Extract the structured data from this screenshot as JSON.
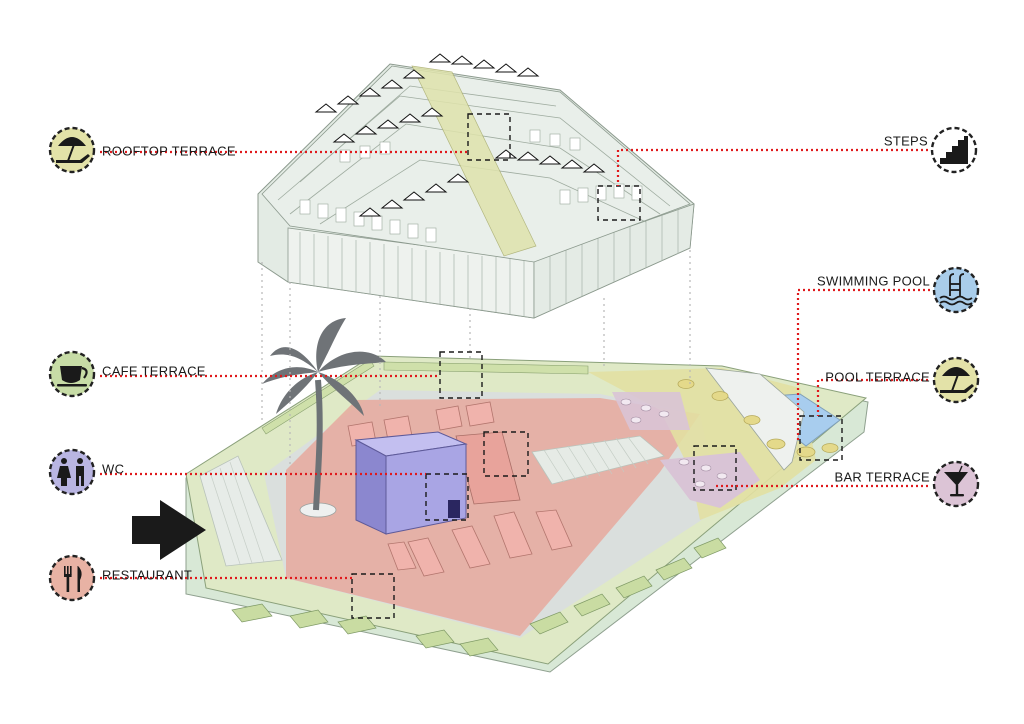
{
  "labels": {
    "rooftop_terrace": "ROOFTOP TERRACE",
    "cafe_terrace": "CAFE TERRACE",
    "wc": "WC",
    "restaurant": "RESTAURANT",
    "steps": "STEPS",
    "swimming_pool": "SWIMMING POOL",
    "pool_terrace": "POOL TERRACE",
    "bar_terrace": "BAR TERRACE"
  },
  "icons": {
    "rooftop_terrace": "beach-umbrella-lounger-icon",
    "cafe_terrace": "coffee-cup-icon",
    "wc": "toilet-people-icon",
    "restaurant": "fork-knife-icon",
    "steps": "stairs-icon",
    "swimming_pool": "pool-ladder-icon",
    "pool_terrace": "beach-umbrella-lounger-icon",
    "bar_terrace": "cocktail-glass-icon"
  },
  "colors": {
    "leader_line": "#e0191c",
    "terrace_green": "#d7e1b6",
    "umbrella_yellow": "#e3e2a8",
    "restaurant_pink": "#e7b3a3",
    "wc_purple": "#b7b3e0",
    "pool_blue": "#a9cdea",
    "bar_mauve": "#dbc4d4",
    "floor_red": "#e3a99d",
    "floor_purple": "#a9a5dd",
    "roof_grey": "#e9eeea",
    "palm": "#707478"
  }
}
